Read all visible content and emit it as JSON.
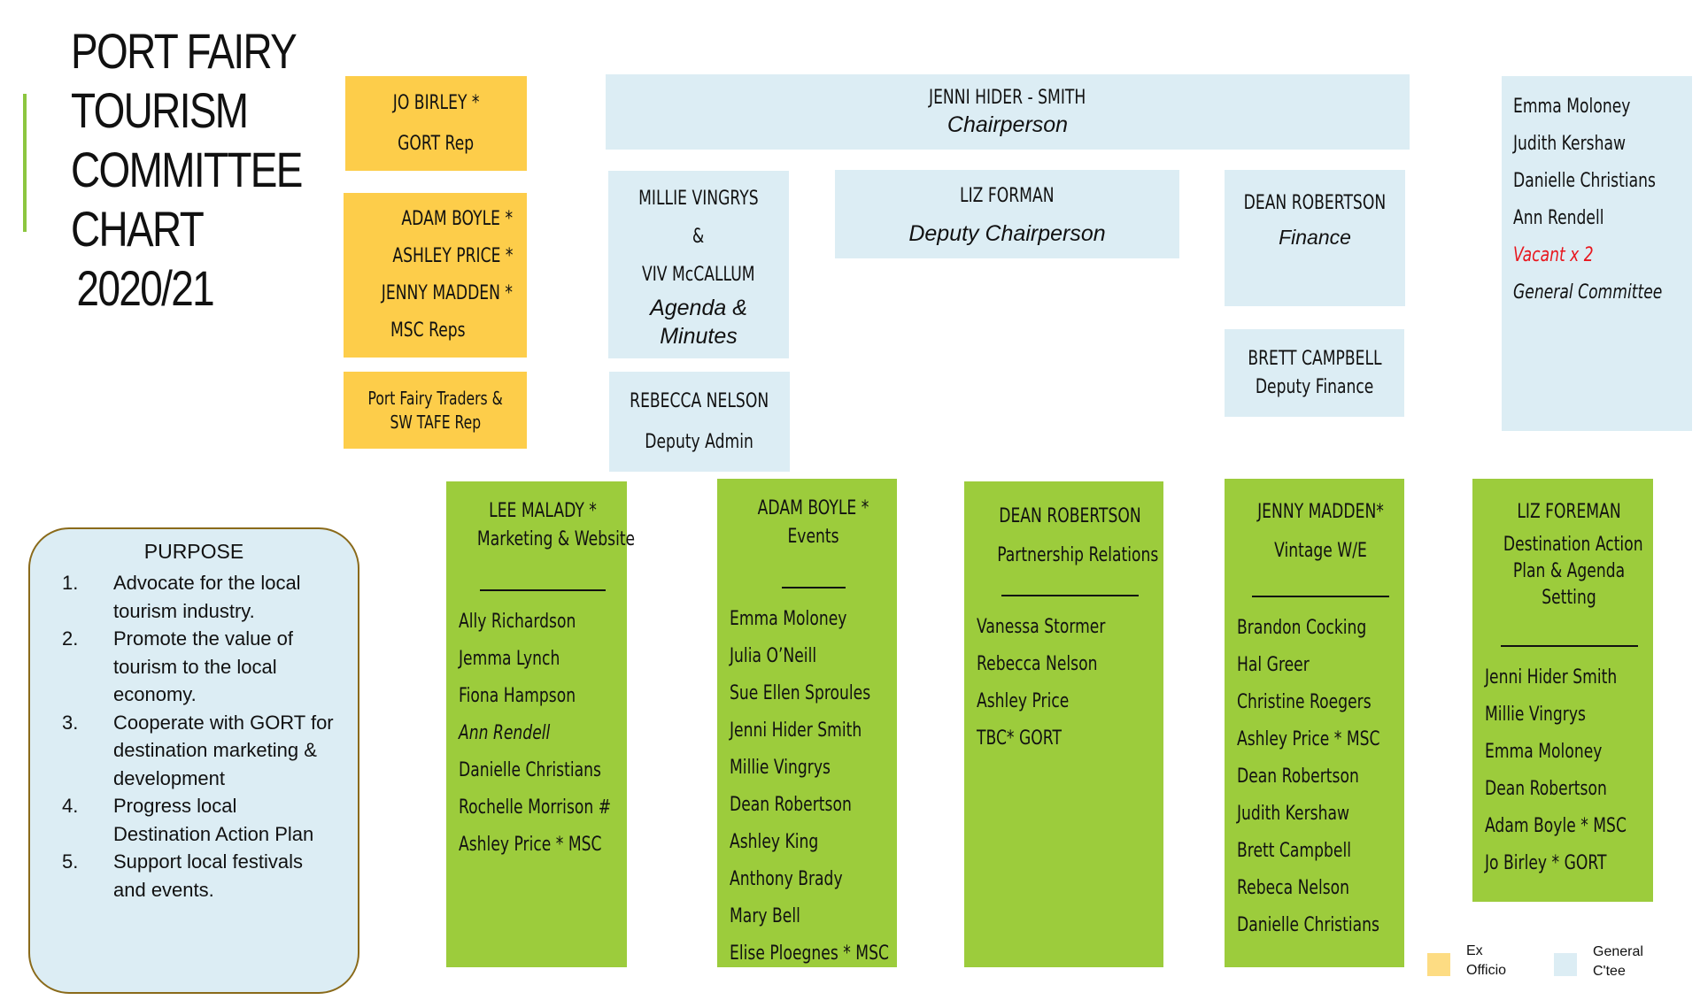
{
  "title": {
    "lines": [
      "PORT FAIRY",
      "TOURISM",
      "COMMITTEE",
      "CHART",
      "2020/21"
    ]
  },
  "ex_officio": [
    {
      "lines": [
        "JO BIRLEY *",
        "GORT Rep"
      ]
    },
    {
      "lines": [
        "ADAM BOYLE *",
        "ASHLEY PRICE *",
        "JENNY MADDEN *",
        "MSC Reps"
      ]
    },
    {
      "lines": [
        "Port Fairy Traders &",
        "SW TAFE  Rep"
      ]
    }
  ],
  "chair": {
    "name": "JENNI HIDER - SMITH",
    "role": "Chairperson"
  },
  "agenda": {
    "name1": "MILLIE VINGRYS",
    "amp": "&",
    "name2": "VIV McCALLUM",
    "role_line1": "Agenda &",
    "role_line2": "Minutes"
  },
  "deputy_admin": {
    "name": "REBECCA NELSON",
    "role": "Deputy Admin"
  },
  "deputy_chair": {
    "name": "LIZ FORMAN",
    "role": "Deputy Chairperson"
  },
  "finance": {
    "name": "DEAN ROBERTSON",
    "role": "Finance"
  },
  "deputy_finance": {
    "name": "BRETT CAMPBELL",
    "role": "Deputy Finance"
  },
  "general_committee": {
    "members": [
      "Emma Moloney",
      "Judith Kershaw",
      "Danielle Christians",
      "Ann Rendell"
    ],
    "vacant": "Vacant x 2",
    "label": "General Committee",
    "vacant_color": "#e8161d"
  },
  "subcommittees": [
    {
      "lead": "LEE MALADY *",
      "area_lines": [
        "Marketing & Website"
      ],
      "members": [
        "Ally Richardson",
        "Jemma Lynch",
        "Fiona Hampson",
        "Ann Rendell",
        "Danielle Christians",
        "Rochelle Morrison #",
        "Ashley Price * MSC"
      ]
    },
    {
      "lead": "ADAM BOYLE *",
      "area_lines": [
        "Events"
      ],
      "members": [
        "Emma Moloney",
        "Julia O’Neill",
        "Sue Ellen Sproules",
        "Jenni Hider Smith",
        "Millie Vingrys",
        "Dean Robertson",
        "Ashley King",
        "Anthony Brady",
        "Mary Bell",
        "Elise Ploegnes * MSC"
      ]
    },
    {
      "lead": "DEAN ROBERTSON",
      "area_lines": [
        "Partnership Relations"
      ],
      "members": [
        "Vanessa Stormer",
        "Rebecca Nelson",
        "Ashley Price",
        "TBC* GORT"
      ]
    },
    {
      "lead": "JENNY MADDEN*",
      "area_lines": [
        "Vintage W/E"
      ],
      "members": [
        "Brandon Cocking",
        "Hal Greer",
        "Christine Roegers",
        "Ashley Price * MSC",
        "Dean Robertson",
        "Judith Kershaw",
        "Brett Campbell",
        "Rebeca Nelson",
        "Danielle Christians"
      ]
    },
    {
      "lead": "LIZ FOREMAN",
      "area_lines": [
        "Destination Action",
        "Plan & Agenda",
        "Setting"
      ],
      "members": [
        "Jenni Hider Smith",
        "Millie Vingrys",
        "Emma Moloney",
        "Dean Robertson",
        "Adam Boyle * MSC",
        "Jo Birley * GORT"
      ]
    }
  ],
  "purpose": {
    "heading": "PURPOSE",
    "items": [
      {
        "num": "1.",
        "text": "Advocate for the local tourism industry."
      },
      {
        "num": "2.",
        "text": "Promote the value of tourism to the local economy."
      },
      {
        "num": "3.",
        "text": "Cooperate with GORT for destination marketing & development"
      },
      {
        "num": "4.",
        "text": "Progress local Destination Action Plan"
      },
      {
        "num": "5.",
        "text": "Support local festivals and events."
      }
    ]
  },
  "legend": {
    "ex_officio_line1": "Ex",
    "ex_officio_line2": "Officio",
    "general_line1": "General",
    "general_line2": "C'tee",
    "ex_officio_color": "#fddc83",
    "general_color": "#dcedf4"
  }
}
